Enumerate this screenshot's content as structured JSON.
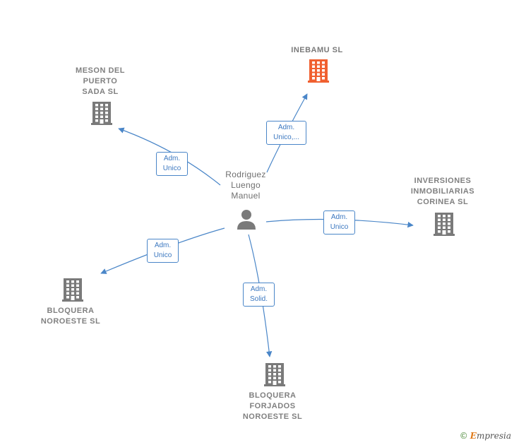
{
  "center": {
    "name": "Rodriguez\nLuengo\nManuel",
    "icon": "person-icon"
  },
  "companies": [
    {
      "id": "inebamu",
      "name": "INEBAMU  SL",
      "icon": "building-icon",
      "color": "#f06030"
    },
    {
      "id": "meson",
      "name": "MESON DEL\nPUERTO\nSADA  SL",
      "icon": "building-icon",
      "color": "#7a7a7a"
    },
    {
      "id": "inversiones",
      "name": "INVERSIONES\nINMOBILIARIAS\nCORINEA  SL",
      "icon": "building-icon",
      "color": "#7a7a7a"
    },
    {
      "id": "bloquera-noroeste",
      "name": "BLOQUERA\nNOROESTE  SL",
      "icon": "building-icon",
      "color": "#7a7a7a"
    },
    {
      "id": "bloquera-forjados",
      "name": "BLOQUERA\nFORJADOS\nNOROESTE SL",
      "icon": "building-icon",
      "color": "#7a7a7a"
    }
  ],
  "relations": [
    {
      "target": "inebamu",
      "label": "Adm.\nUnico,..."
    },
    {
      "target": "meson",
      "label": "Adm.\nUnico"
    },
    {
      "target": "inversiones",
      "label": "Adm.\nUnico"
    },
    {
      "target": "bloquera-noroeste",
      "label": "Adm.\nUnico"
    },
    {
      "target": "bloquera-forjados",
      "label": "Adm.\nSolid."
    }
  ],
  "colors": {
    "edge": "#4a86c8",
    "person": "#7a7a7a"
  },
  "brand": {
    "copyright": "©",
    "initial": "E",
    "rest": "mpresia"
  }
}
